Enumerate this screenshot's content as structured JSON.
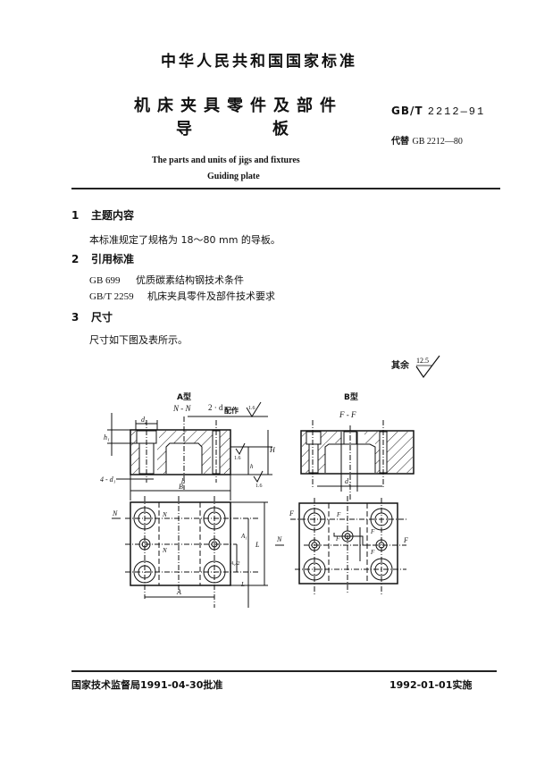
{
  "header": {
    "standard_name": "中华人民共和国国家标准",
    "title_cn_line1": "机床夹具零件及部件",
    "title_cn_line2_a": "导",
    "title_cn_line2_b": "板",
    "title_en_line1": "The parts and units of jigs and fixtures",
    "title_en_line2": "Guiding plate",
    "code_prefix": "GB/T",
    "code_number": "2212—91",
    "replaces_label": "代替",
    "replaces_code": "GB 2212—80"
  },
  "sections": [
    {
      "number": "1",
      "heading": "主题内容",
      "body": "本标准规定了规格为 18～80 mm 的导板。"
    },
    {
      "number": "2",
      "heading": "引用标准",
      "refs": [
        {
          "code": "GB 699",
          "title": "优质碳素结构钢技术条件"
        },
        {
          "code": "GB/T 2259",
          "title": "机床夹具零件及部件技术要求"
        }
      ]
    },
    {
      "number": "3",
      "heading": "尺寸",
      "body": "尺寸如下图及表所示。"
    }
  ],
  "roughness": {
    "label": "其余",
    "value": "12.5"
  },
  "drawing": {
    "type_a": {
      "label": "A型",
      "section_label": "N - N",
      "callouts": [
        "d₂",
        "2-d",
        "配作",
        "1.6",
        "h₁",
        "H",
        "h",
        "4-d₁",
        "b",
        "B",
        "A",
        "A₁",
        "A₁/2",
        "L",
        "N"
      ]
    },
    "type_b": {
      "label": "B型",
      "section_label": "F - F",
      "callouts": [
        "d₂",
        "F",
        "N"
      ]
    }
  },
  "footer": {
    "approval": "国家技术监督局1991-04-30批准",
    "effective": "1992-01-01实施"
  }
}
